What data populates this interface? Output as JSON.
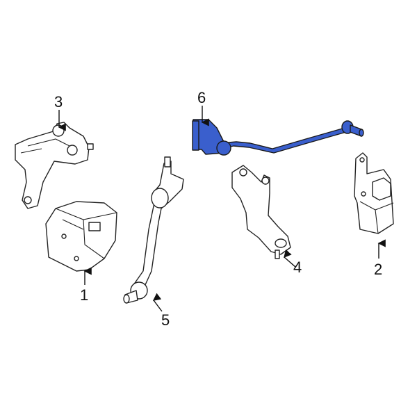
{
  "diagram": {
    "highlight_color": "#3a5fcd",
    "callouts": [
      {
        "id": "1",
        "label": "1"
      },
      {
        "id": "2",
        "label": "2"
      },
      {
        "id": "3",
        "label": "3"
      },
      {
        "id": "4",
        "label": "4"
      },
      {
        "id": "5",
        "label": "5"
      },
      {
        "id": "6",
        "label": "6",
        "highlighted": true
      }
    ]
  }
}
